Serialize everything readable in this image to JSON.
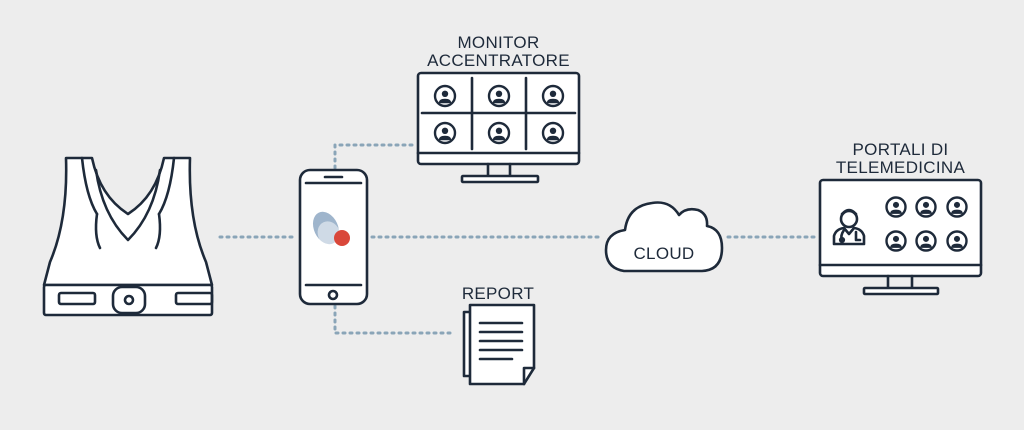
{
  "labels": {
    "monitor_line1": "MONITOR",
    "monitor_line2": "ACCENTRATORE",
    "portali_line1": "PORTALI DI",
    "portali_line2": "TELEMEDICINA",
    "cloud": "CLOUD",
    "report": "REPORT"
  },
  "icons": {
    "bra": "sports-bra-sensor-icon",
    "phone": "smartphone-icon",
    "monitor": "monitor-icon",
    "portal": "telemedicine-monitor-icon",
    "doctor": "doctor-icon",
    "cloud": "cloud-icon",
    "report": "report-document-icon"
  },
  "colors": {
    "background": "#ededed",
    "line": "#1e2a3a",
    "connector": "#8aa5b8",
    "logo_blue": "#9fb5cc",
    "logo_red": "#d9473a"
  }
}
